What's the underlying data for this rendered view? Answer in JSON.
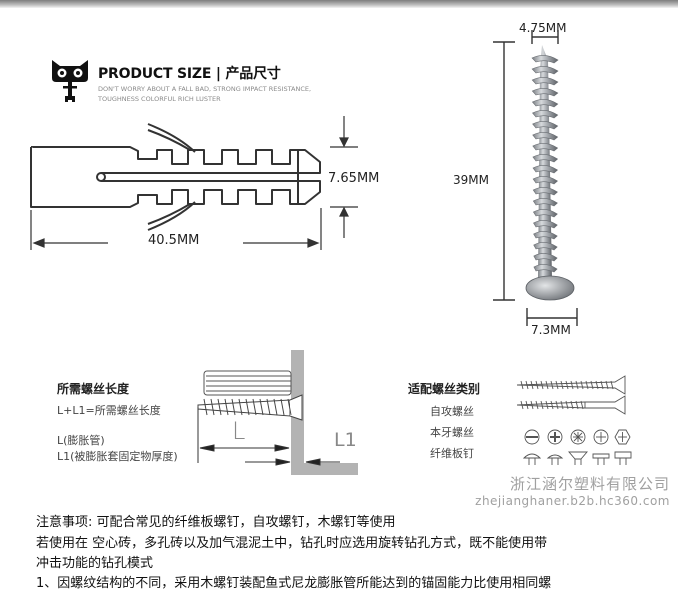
{
  "header": {
    "title": "PRODUCT SIZE | 产品尺寸",
    "subtitle_line1": "DON'T WORRY ABOUT A FALL BAD, STRONG IMPACT RESISTANCE,",
    "subtitle_line2": "TOUGHNESS COLORFUL RICH LUSTER",
    "logo_icon": "tmall-cat-icon"
  },
  "anchor_diagram": {
    "length_label": "40.5MM",
    "diameter_label": "7.65MM"
  },
  "screw_photo": {
    "tip_width_label": "4.75MM",
    "length_label": "39MM",
    "head_width_label": "7.3MM"
  },
  "install_diagram": {
    "heading": "所需螺丝长度",
    "formula": "L+L1=所需螺丝长度",
    "l_def": "L(膨胀管)",
    "l1_def": "L1(被膨胀套固定物厚度)",
    "l_mark": "L",
    "l1_mark": "L1"
  },
  "screw_types": {
    "heading": "适配螺丝类别",
    "items": [
      "自攻螺丝",
      "本牙螺丝",
      "纤维板钉"
    ]
  },
  "notes": {
    "line1": "注意事项: 可配合常见的纤维板螺钉，自攻螺钉，木螺钉等使用",
    "line2": "若使用在 空心砖，多孔砖以及加气混泥土中，钻孔时应选用旋转钻孔方式，既不能使用带",
    "line3": "冲击功能的钻孔模式",
    "line4": "1、因螺纹结构的不同，采用木螺钉装配鱼式尼龙膨胀管所能达到的锚固能力比使用相同螺"
  },
  "watermark": {
    "company": "浙江涵尔塑料有限公司",
    "url": "zhejianghaner.b2b.hc360.com"
  },
  "colors": {
    "line": "#333333",
    "wall": "#b3b3b3",
    "screw": "#a9adb2"
  }
}
